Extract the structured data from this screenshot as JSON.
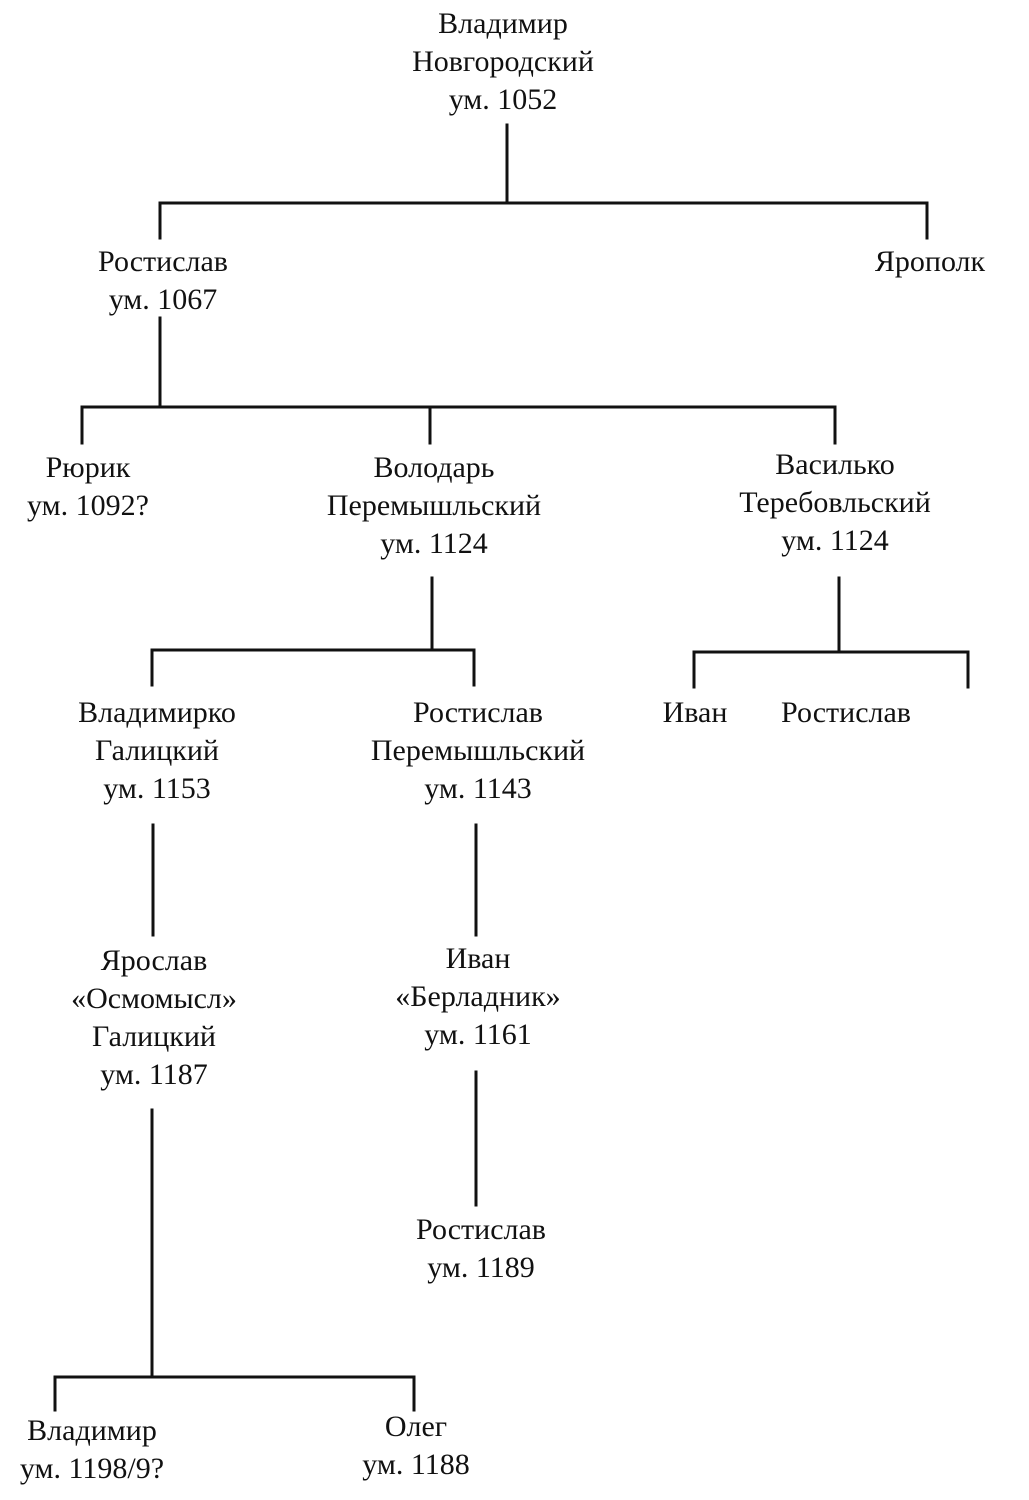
{
  "nodes": {
    "vladimir_novgorodsky": [
      "Владимир",
      "Новгородский",
      "ум. 1052"
    ],
    "rostislav_1067": [
      "Ростислав",
      "ум. 1067"
    ],
    "yaropolk": [
      "Ярополк"
    ],
    "ryurik": [
      "Рюрик",
      "ум. 1092?"
    ],
    "volodar": [
      "Володарь",
      "Перемышльский",
      "ум. 1124"
    ],
    "vasilko": [
      "Василько",
      "Теребовльский",
      "ум. 1124"
    ],
    "vladimirko": [
      "Владимирко",
      "Галицкий",
      "ум. 1153"
    ],
    "rostislav_peremyshl": [
      "Ростислав",
      "Перемышльский",
      "ум. 1143"
    ],
    "ivan_vasilkovich": [
      "Иван"
    ],
    "rostislav_vasilkovich": [
      "Ростислав"
    ],
    "yaroslav_osmomysl": [
      "Ярослав",
      "«Осмомысл»",
      "Галицкий",
      "ум. 1187"
    ],
    "ivan_berladnik": [
      "Иван",
      "«Берладник»",
      "ум. 1161"
    ],
    "rostislav_1189": [
      "Ростислав",
      "ум. 1189"
    ],
    "vladimir_1198": [
      "Владимир",
      "ум. 1198/9?"
    ],
    "oleg_1188": [
      "Олег",
      "ум. 1188"
    ]
  }
}
